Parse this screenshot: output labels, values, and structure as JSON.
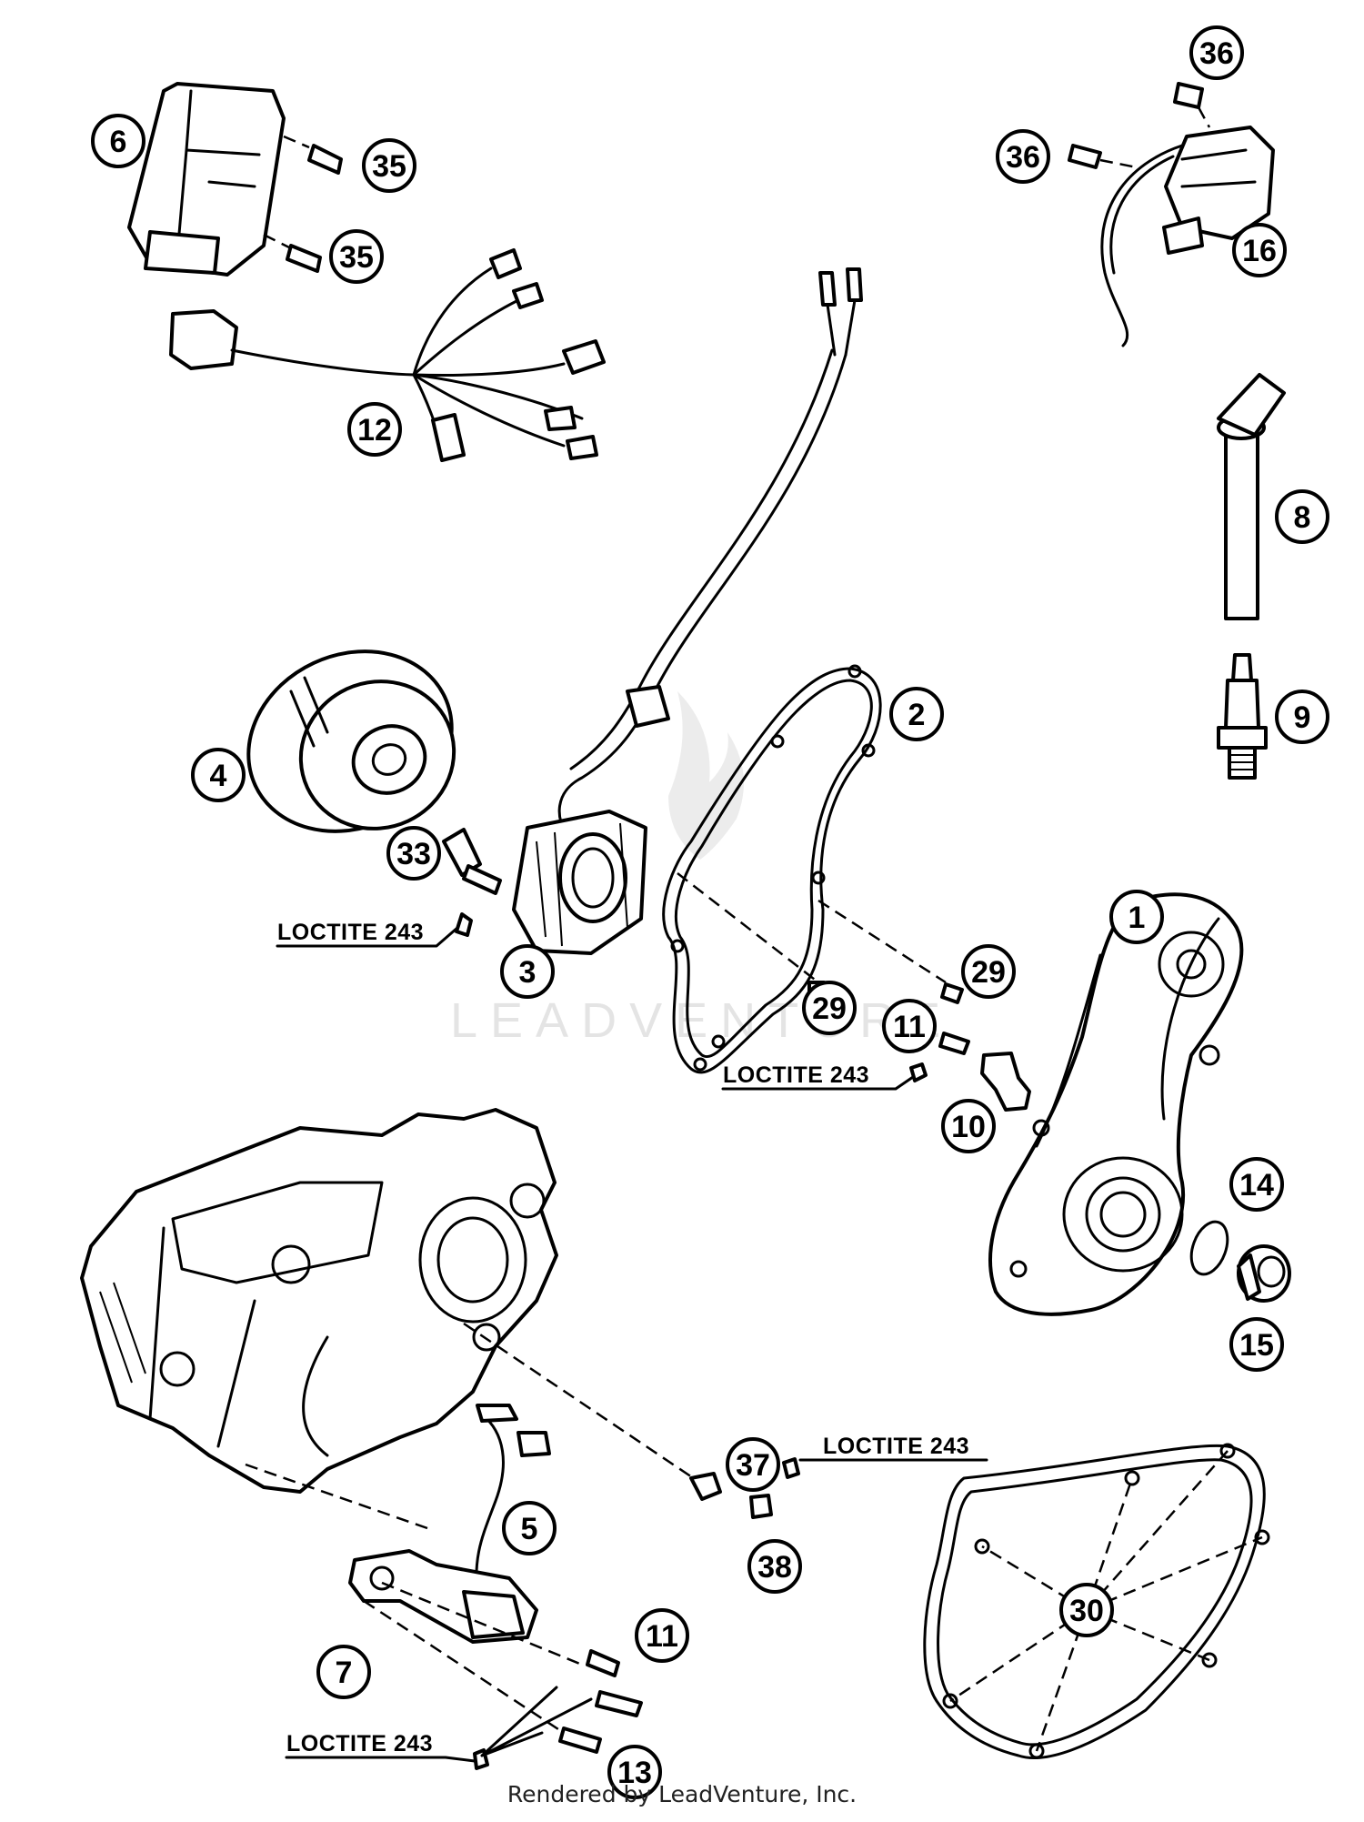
{
  "callouts": [
    {
      "id": "c6",
      "label": "6"
    },
    {
      "id": "c35a",
      "label": "35"
    },
    {
      "id": "c35b",
      "label": "35"
    },
    {
      "id": "c12",
      "label": "12"
    },
    {
      "id": "c36a",
      "label": "36"
    },
    {
      "id": "c36b",
      "label": "36"
    },
    {
      "id": "c16",
      "label": "16"
    },
    {
      "id": "c8",
      "label": "8"
    },
    {
      "id": "c9",
      "label": "9"
    },
    {
      "id": "c2",
      "label": "2"
    },
    {
      "id": "c4",
      "label": "4"
    },
    {
      "id": "c33",
      "label": "33"
    },
    {
      "id": "c3",
      "label": "3"
    },
    {
      "id": "c29a",
      "label": "29"
    },
    {
      "id": "c29b",
      "label": "29"
    },
    {
      "id": "c1",
      "label": "1"
    },
    {
      "id": "c11a",
      "label": "11"
    },
    {
      "id": "c10",
      "label": "10"
    },
    {
      "id": "c14",
      "label": "14"
    },
    {
      "id": "c15",
      "label": "15"
    },
    {
      "id": "c37",
      "label": "37"
    },
    {
      "id": "c38",
      "label": "38"
    },
    {
      "id": "c5",
      "label": "5"
    },
    {
      "id": "c11b",
      "label": "11"
    },
    {
      "id": "c7",
      "label": "7"
    },
    {
      "id": "c13",
      "label": "13"
    },
    {
      "id": "c30",
      "label": "30"
    }
  ],
  "loctite_label": "LOCTITE 243",
  "watermark": "LEADVENTURE",
  "footer": "Rendered by LeadVenture, Inc."
}
